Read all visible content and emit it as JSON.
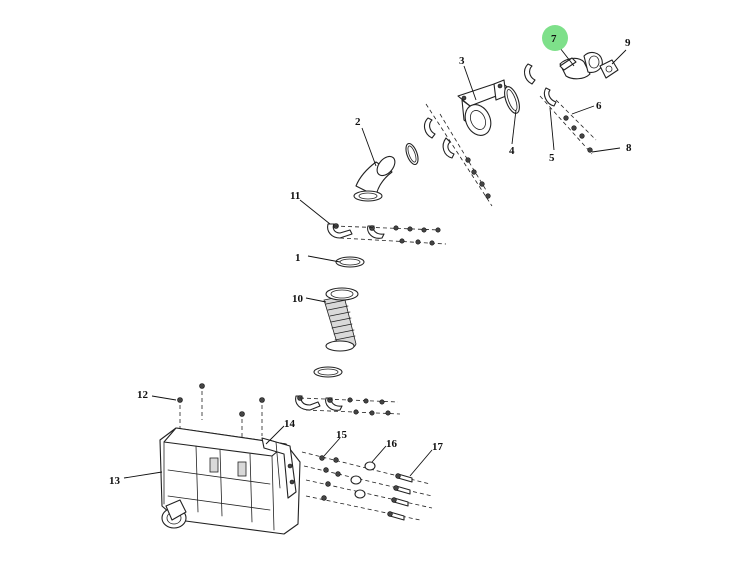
{
  "callouts": [
    {
      "id": "1",
      "label": "1"
    },
    {
      "id": "2",
      "label": "2"
    },
    {
      "id": "3",
      "label": "3"
    },
    {
      "id": "4",
      "label": "4"
    },
    {
      "id": "5",
      "label": "5"
    },
    {
      "id": "6",
      "label": "6"
    },
    {
      "id": "7",
      "label": "7",
      "highlighted": true
    },
    {
      "id": "8",
      "label": "8"
    },
    {
      "id": "9",
      "label": "9"
    },
    {
      "id": "10",
      "label": "10"
    },
    {
      "id": "11",
      "label": "11"
    },
    {
      "id": "12",
      "label": "12"
    },
    {
      "id": "13",
      "label": "13"
    },
    {
      "id": "14",
      "label": "14"
    },
    {
      "id": "15",
      "label": "15"
    },
    {
      "id": "16",
      "label": "16"
    },
    {
      "id": "17",
      "label": "17"
    }
  ],
  "colors": {
    "highlight": "#7ee08a",
    "line": "#222222",
    "background": "#ffffff"
  }
}
